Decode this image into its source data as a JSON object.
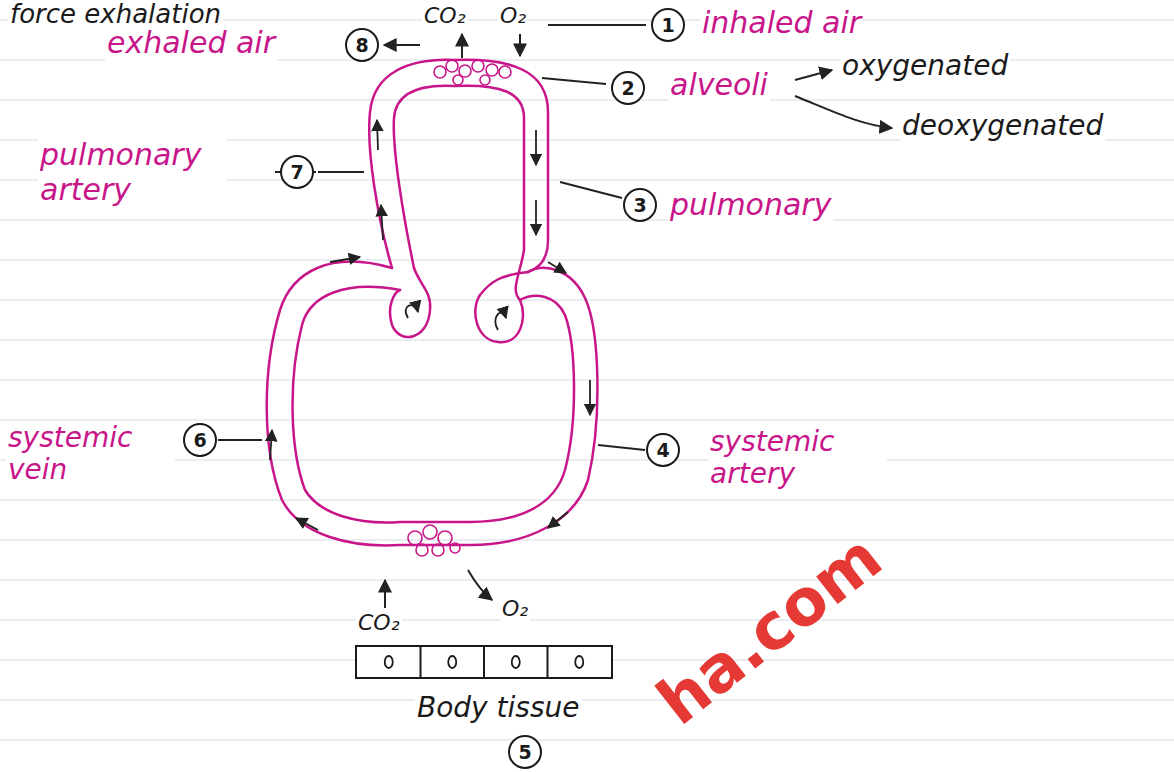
{
  "diagram": {
    "nodes": [
      {
        "text": [
          "8"
        ]
      },
      {
        "text": [
          "1"
        ]
      },
      {
        "text": [
          "2"
        ]
      },
      {
        "text": [
          "7"
        ]
      },
      {
        "text": [
          "3"
        ]
      },
      {
        "text": [
          "6"
        ]
      },
      {
        "text": [
          "4"
        ]
      },
      {
        "text": [
          "Body tissue"
        ]
      },
      {
        "text": [
          "5"
        ]
      }
    ],
    "labels": [
      "force exhalation",
      "exhaled air",
      "CO₂",
      "O₂",
      "inhaled air",
      "alveoli",
      "oxygenated",
      "deoxygenated",
      "pulmonary artery",
      "pulmonary",
      "systemic vein",
      "systemic artery",
      "CO₂",
      "O₂",
      "ha.com"
    ]
  }
}
